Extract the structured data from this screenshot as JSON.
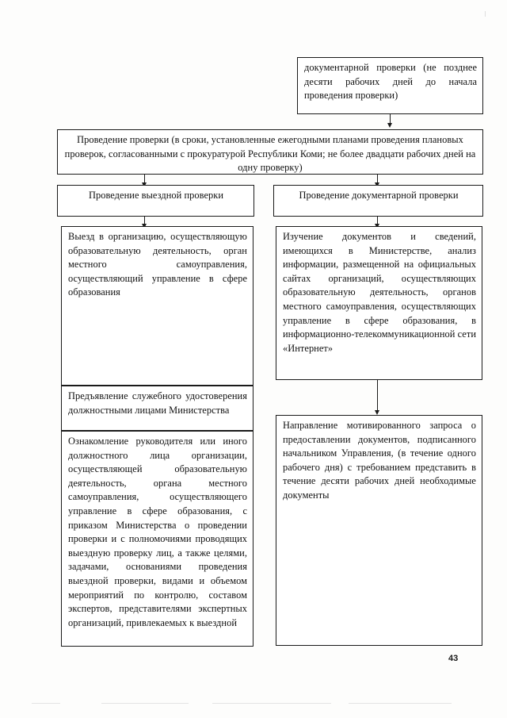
{
  "document": {
    "type": "flowchart",
    "language": "ru",
    "page_number": "43"
  },
  "boxes": {
    "doc_check_top": "документарной проверки (не позднее десяти рабочих дней до начала проведения проверки)",
    "main_inspection": "Проведение проверки (в сроки, установленные ежегодными планами проведения плановых проверок, согласованными с прокуратурой Республики Коми; не более двадцати рабочих дней на одну проверку)",
    "field_check": "Проведение выездной проверки",
    "doc_check": "Проведение документарной проверки",
    "visit": "Выезд в организацию, осуществляющую образовательную деятельность, орган местного самоуправления, осуществляющий управление в сфере образования",
    "study": "Изучение документов и сведений, имеющихся в Министерстве, анализ информации, размещенной на официальных сайтах организаций, осуществляющих образовательную деятельность, органов местного самоуправления, осуществляющих управление в сфере образования, в информационно-телекоммуникационной сети «Интернет»",
    "credentials": "Предъявление служебного удостоверения должностными лицами Министерства",
    "familiarize": "Ознакомление руководителя или иного должностного лица организации, осуществляющей образовательную деятельность, органа местного самоуправления, осуществляющего управление в сфере образования, с приказом Министерства о проведении проверки и с полномочиями проводящих выездную проверку лиц, а также целями, задачами, основаниями проведения выездной проверки, видами и объемом мероприятий по контролю, составом экспертов, представителями экспертных организаций, привлекаемых к выездной",
    "request": "Направление мотивированного запроса о предоставлении документов, подписанного начальником Управления, (в течение одного рабочего дня) с требованием представить в течение десяти рабочих дней необходимые документы"
  },
  "colors": {
    "ink": "#1a1a1a",
    "paper": "#fdfdfc"
  }
}
